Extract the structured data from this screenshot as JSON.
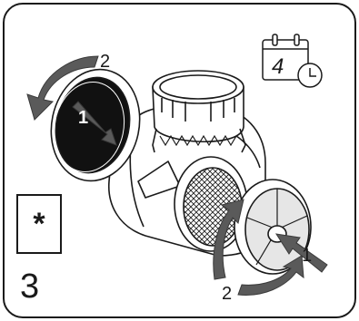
{
  "step": {
    "number": "3"
  },
  "calendar": {
    "value": "4",
    "icon": "calendar-clock-icon"
  },
  "note": {
    "symbol": "*",
    "icon": "asterisk-icon"
  },
  "labels": {
    "left_rotate": "2",
    "left_push": "1",
    "right_rotate": "2",
    "right_push": "1"
  },
  "colors": {
    "arrow": "#555555",
    "outline": "#1a1a1a",
    "filter": "#111111"
  }
}
